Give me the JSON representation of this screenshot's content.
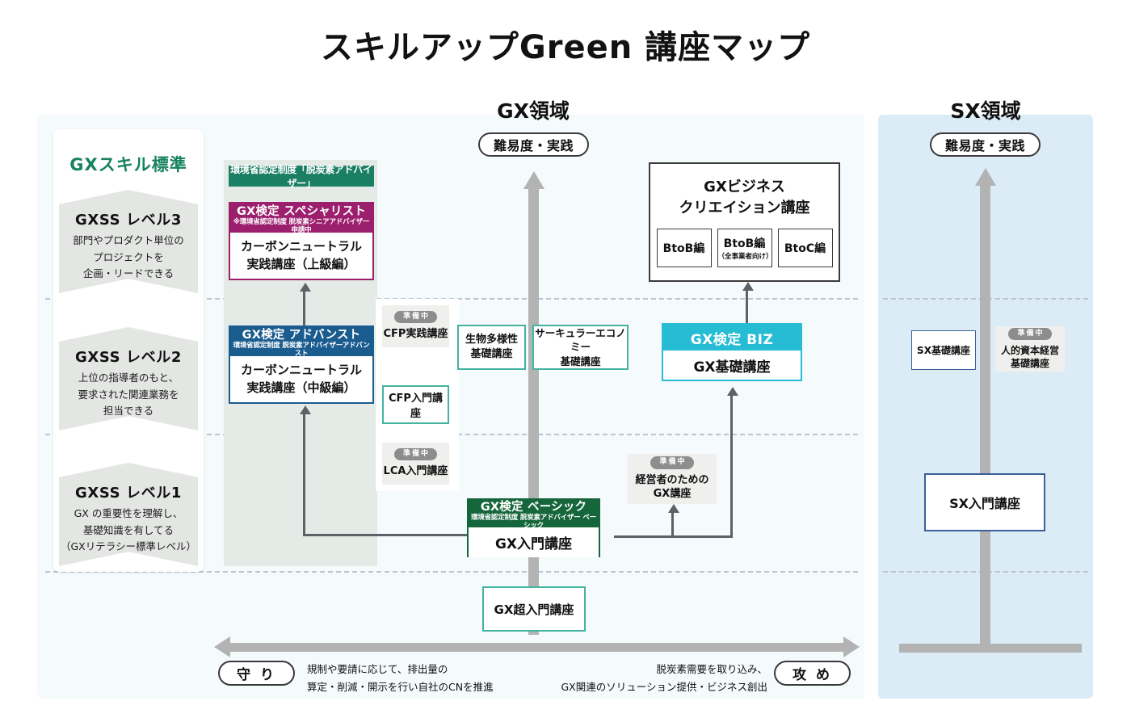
{
  "page": {
    "title": "スキルアップGreen 講座マップ"
  },
  "regions": {
    "gx": {
      "title": "GX領域",
      "axis_pill": "難易度・実践"
    },
    "sx": {
      "title": "SX領域",
      "axis_pill": "難易度・実践"
    }
  },
  "skill_standard": {
    "title": "GXスキル標準",
    "levels": [
      {
        "name": "GXSS レベル3",
        "desc": "部門やプロダクト単位の\nプロジェクトを\n企画・リードできる"
      },
      {
        "name": "GXSS レベル2",
        "desc": "上位の指導者のもと、\n要求された関連業務を\n担当できる"
      },
      {
        "name": "GXSS レベル1",
        "desc": "GX の重要性を理解し、\n基礎知識を有してる\n（GXリテラシー標準レベル）"
      }
    ]
  },
  "gx_courses": {
    "moe_banner": "環境省認定制度「脱炭素アドバイザー」",
    "specialist": {
      "header": "GX検定 スペシャリスト",
      "header_sub": "※環境省認定制度 脱炭素シニアアドバイザー 申請中",
      "body": "カーボンニュートラル\n実践講座（上級編）",
      "accent": "#9c1f6d"
    },
    "advanced": {
      "header": "GX検定 アドバンスト",
      "header_sub": "環境省認定制度 脱炭素アドバイザーアドバンスト",
      "body": "カーボンニュートラル\n実践講座（中級編）",
      "accent": "#1b5c8f"
    },
    "basic": {
      "header": "GX検定 ベーシック",
      "header_sub": "環境省認定制度 脱炭素アドバイザー ベーシック",
      "body": "GX入門講座",
      "accent": "#16663c"
    },
    "biz": {
      "header": "GX検定 BIZ",
      "body": "GX基礎講座",
      "accent": "#25bcd4"
    },
    "cfp_practice": {
      "badge": "準備中",
      "title": "CFP実践講座"
    },
    "cfp_intro": {
      "title": "CFP入門講座",
      "accent": "#44b3a0"
    },
    "lca_intro": {
      "badge": "準備中",
      "title": "LCA入門講座"
    },
    "biodiversity": {
      "title": "生物多様性\n基礎講座",
      "accent": "#44b3a0"
    },
    "circular": {
      "title": "サーキュラーエコノミー\n基礎講座",
      "accent": "#44b3a0"
    },
    "manager": {
      "badge": "準備中",
      "title": "経営者のための\nGX講座"
    },
    "super_intro": {
      "title": "GX超入門講座",
      "accent": "#44b3a0"
    },
    "business_creation": {
      "title": "GXビジネス\nクリエイション講座",
      "items": [
        {
          "label": "BtoB編",
          "sub": ""
        },
        {
          "label": "BtoB編",
          "sub": "（全事業者向け）"
        },
        {
          "label": "BtoC編",
          "sub": ""
        }
      ]
    }
  },
  "sx_courses": {
    "sx_basic": {
      "title": "SX基礎講座",
      "accent": "#3a5f99"
    },
    "human_capital": {
      "badge": "準備中",
      "title": "人的資本経営\n基礎講座"
    },
    "sx_intro": {
      "title": "SX入門講座",
      "accent": "#3a5f99"
    }
  },
  "bottom_axis": {
    "left_pill": "守 り",
    "right_pill": "攻 め",
    "left_note": "規制や要請に応じて、排出量の\n算定・削減・開示を行い自社のCNを推進",
    "right_note": "脱炭素需要を取り込み、\nGX関連のソリューション提供・ビジネス創出"
  }
}
